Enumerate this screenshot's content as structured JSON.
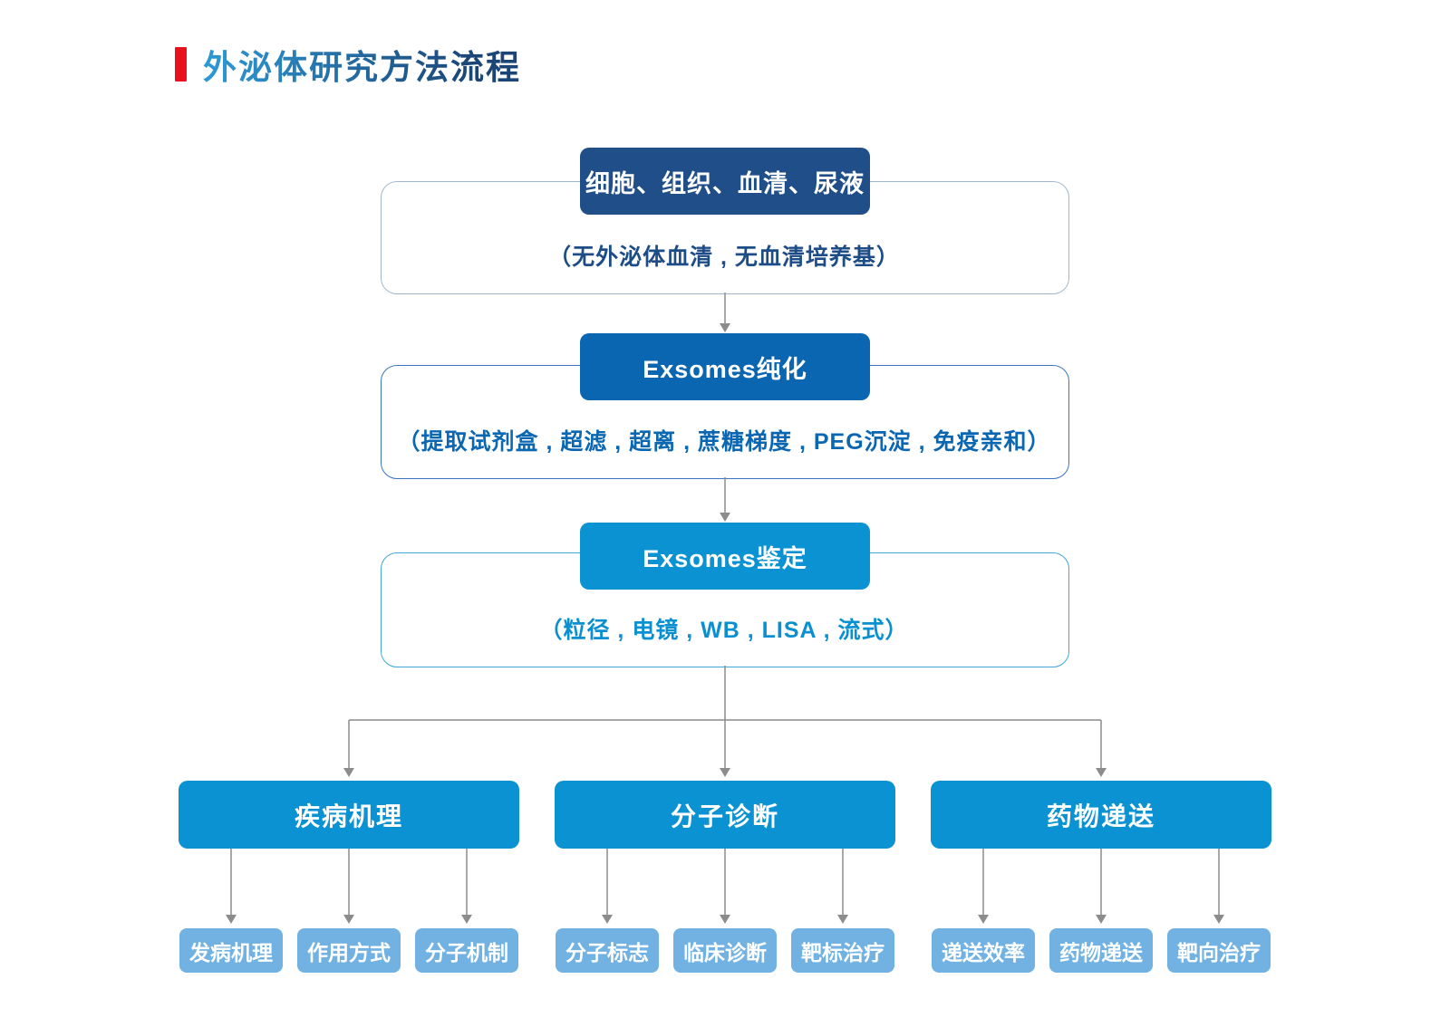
{
  "title": {
    "text": "外泌体研究方法流程"
  },
  "flow": {
    "stages": [
      {
        "label": "细胞、组织、血清、尿液",
        "note": "（无外泌体血清 , 无血清培养基）"
      },
      {
        "label": "Exsomes纯化",
        "note": "（提取试剂盒 , 超滤 , 超离 , 蔗糖梯度 , PEG沉淀 , 免疫亲和）"
      },
      {
        "label": "Exsomes鉴定",
        "note": "（粒径 , 电镜 , WB , LISA , 流式）"
      }
    ],
    "branches": [
      {
        "label": "疾病机理",
        "children": [
          "发病机理",
          "作用方式",
          "分子机制"
        ]
      },
      {
        "label": "分子诊断",
        "children": [
          "分子标志",
          "临床诊断",
          "靶标治疗"
        ]
      },
      {
        "label": "药物递送",
        "children": [
          "递送效率",
          "药物递送",
          "靶向治疗"
        ]
      }
    ]
  },
  "colors": {
    "accent-red": "#e8111e",
    "title-grad-start": "#2e9ad6",
    "title-grad-end": "#1b4576",
    "stage1-fill": "#1f4e88",
    "stage2-fill": "#0a66b0",
    "cyan-fill": "#0b92d2",
    "child-fill": "#71b2e2",
    "note1-color": "#1d4c86",
    "note2-color": "#0b67b2",
    "note3-color": "#0a90d0",
    "outline1-border": "#a2b7cd",
    "outline2-border": "#3a76c0",
    "outline3-border": "#41a6d8",
    "arrow-gray": "#8c8c8c"
  }
}
